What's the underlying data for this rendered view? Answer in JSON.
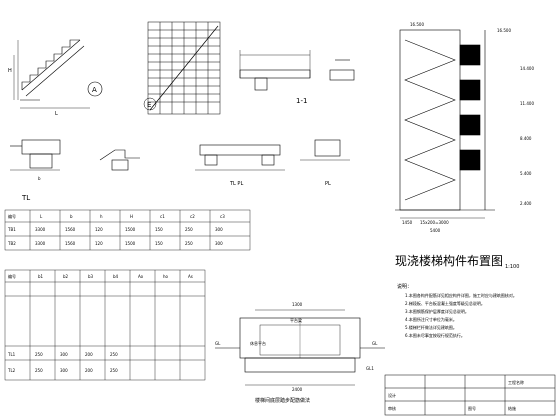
{
  "labels": {
    "detail_a": "A",
    "detail_e": "E",
    "section_11": "1-1",
    "tl_left": "TL",
    "tl_pl_center": "TL  PL",
    "pl_right": "PL",
    "dim_l": "L",
    "dim_b": "b",
    "dim_h": "H",
    "title_main": "现浇楼梯构件布置图",
    "scale_main": "1:100",
    "small_caption_mid": "平台梁",
    "small_caption_right": "休息平台",
    "row_tl1": "TL1",
    "row_tl2": "TL2",
    "bottom_caption": "楼梯间底层踏步配筋做法",
    "gl_left": "GL",
    "gl_right": "GL",
    "gl1_label": "GL1",
    "bottom_top_dim": "1300",
    "bottom_bottom_dim": "2400",
    "right_dim_1450": "1450",
    "right_dim_mid": "15x200=3000",
    "right_dim_5400": "5400",
    "right_dim_top": "16.500"
  },
  "elevations": [
    "16.500",
    "14.400",
    "11.400",
    "8.400",
    "5.400",
    "2.400"
  ],
  "notes_title": "说明：",
  "notes": [
    "1.本图各构件配筋详见相应构件详图，施工时应与建筑图核对。",
    "2.梯段板、平台板混凝土强度等级见总说明。",
    "3.本图钢筋保护层厚度详见总说明。",
    "4.本图所注尺寸单位为毫米。",
    "5.楼梯栏杆做法详见建筑图。",
    "6.本图未尽事宜按现行规范执行。"
  ],
  "table1": {
    "headers": [
      "编号",
      "L",
      "b",
      "h",
      "H",
      "c1",
      "c2",
      "c3"
    ],
    "rows": [
      [
        "TB1",
        "3300",
        "1560",
        "120",
        "1500",
        "150",
        "250",
        "300"
      ],
      [
        "TB2",
        "3300",
        "1560",
        "120",
        "1500",
        "150",
        "250",
        "300"
      ]
    ]
  },
  "table2": {
    "headers": [
      "编号",
      "b1",
      "b2",
      "b3",
      "b4",
      "Ao",
      "ho",
      "As"
    ],
    "rows": [
      [
        "TL1",
        "250",
        "300",
        "200",
        "250",
        "",
        "",
        ""
      ],
      [
        "TL2",
        "250",
        "300",
        "200",
        "250",
        "",
        "",
        ""
      ]
    ]
  },
  "titleblock": {
    "r1": [
      "",
      "",
      "",
      "工程名称"
    ],
    "r2": [
      "设计",
      "",
      "",
      ""
    ],
    "r3": [
      "审核",
      "",
      "图号",
      "结施"
    ]
  }
}
